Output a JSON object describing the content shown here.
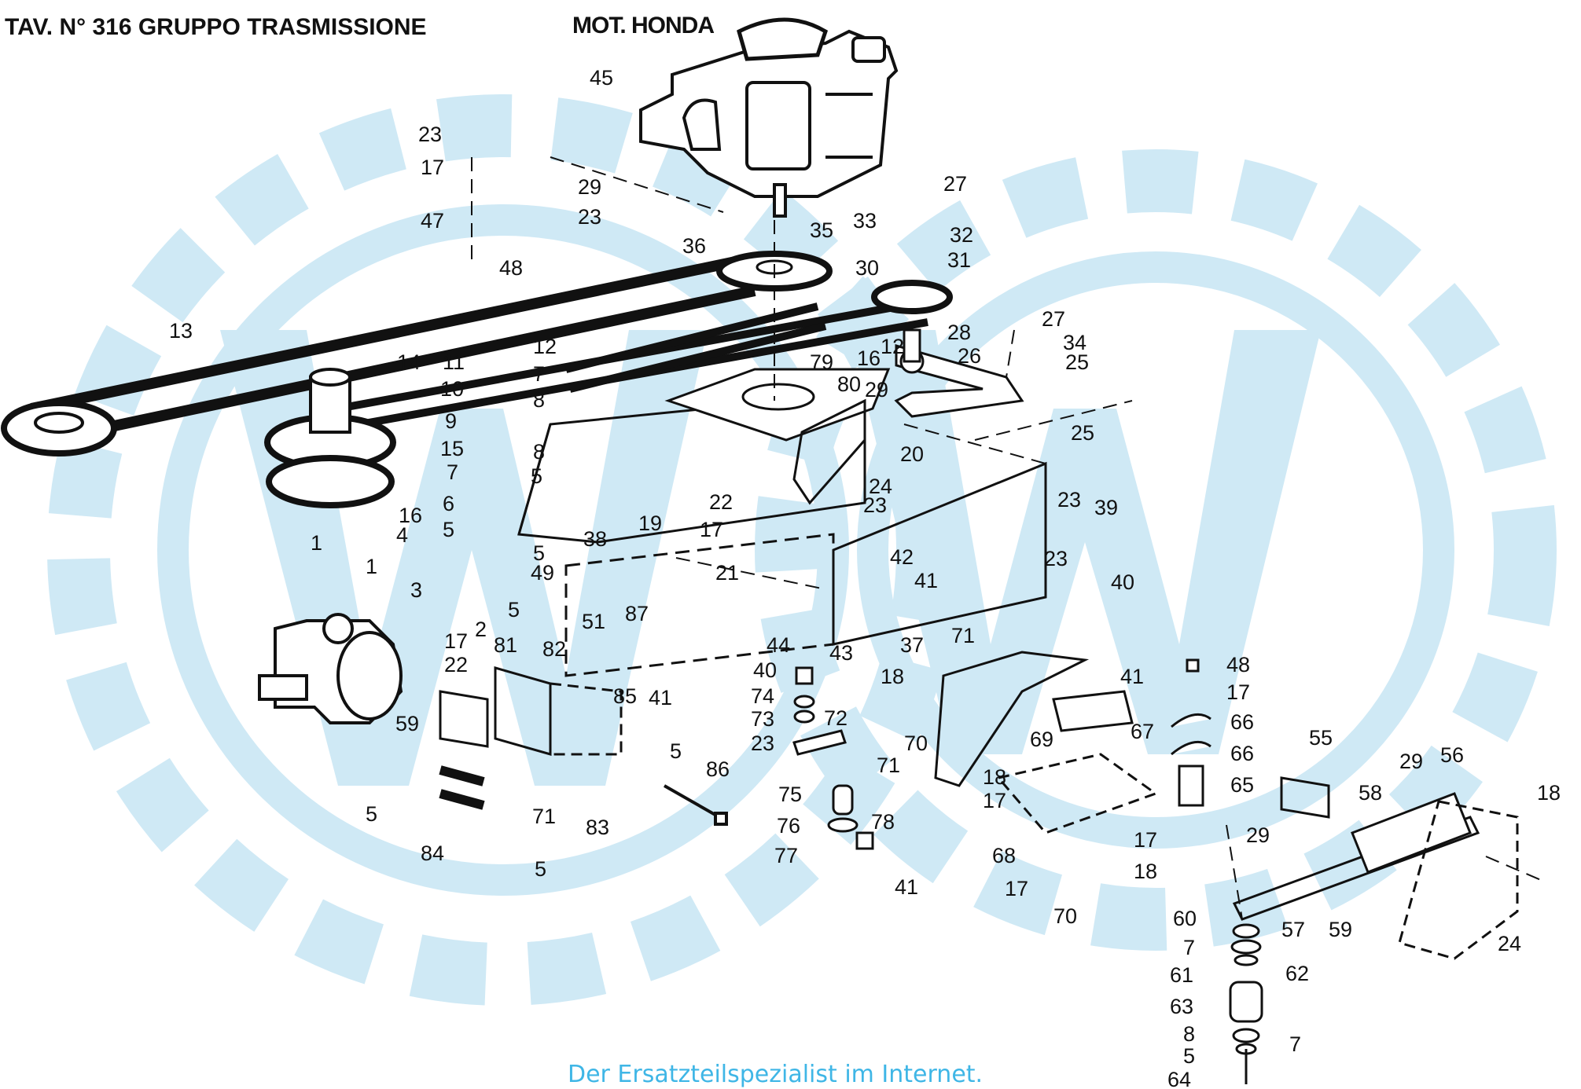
{
  "header": {
    "title": "TAV. N° 316 GRUPPO TRASMISSIONE",
    "engine_label": "MOT. HONDA"
  },
  "footer": {
    "tagline": "Der Ersatzteilspezialist im Internet."
  },
  "watermark": {
    "letters": "W",
    "color": "#cfe9f5"
  },
  "callouts": [
    {
      "id": "c45",
      "text": "45"
    },
    {
      "id": "c23a",
      "text": "23"
    },
    {
      "id": "c17a",
      "text": "17"
    },
    {
      "id": "c47",
      "text": "47"
    },
    {
      "id": "c29a",
      "text": "29"
    },
    {
      "id": "c23b",
      "text": "23"
    },
    {
      "id": "c48a",
      "text": "48"
    },
    {
      "id": "c36",
      "text": "36"
    },
    {
      "id": "c35",
      "text": "35"
    },
    {
      "id": "c27a",
      "text": "27"
    },
    {
      "id": "c33",
      "text": "33"
    },
    {
      "id": "c32",
      "text": "32"
    },
    {
      "id": "c31",
      "text": "31"
    },
    {
      "id": "c30",
      "text": "30"
    },
    {
      "id": "c13",
      "text": "13"
    },
    {
      "id": "c14",
      "text": "14"
    },
    {
      "id": "c11",
      "text": "11"
    },
    {
      "id": "c12a",
      "text": "12"
    },
    {
      "id": "c7a",
      "text": "7"
    },
    {
      "id": "c10",
      "text": "10"
    },
    {
      "id": "c8a",
      "text": "8"
    },
    {
      "id": "c9",
      "text": "9"
    },
    {
      "id": "c8b",
      "text": "8"
    },
    {
      "id": "c7b",
      "text": "7"
    },
    {
      "id": "c5a",
      "text": "5"
    },
    {
      "id": "c15",
      "text": "15"
    },
    {
      "id": "c16a",
      "text": "16"
    },
    {
      "id": "c6",
      "text": "6"
    },
    {
      "id": "c5b",
      "text": "5"
    },
    {
      "id": "c1a",
      "text": "1"
    },
    {
      "id": "c4",
      "text": "4"
    },
    {
      "id": "c1b",
      "text": "1"
    },
    {
      "id": "c3",
      "text": "3"
    },
    {
      "id": "c2",
      "text": "2"
    },
    {
      "id": "c5c",
      "text": "5"
    },
    {
      "id": "c5d",
      "text": "5"
    },
    {
      "id": "c49",
      "text": "49"
    },
    {
      "id": "c17b",
      "text": "17"
    },
    {
      "id": "c22a",
      "text": "22"
    },
    {
      "id": "c81",
      "text": "81"
    },
    {
      "id": "c82",
      "text": "82"
    },
    {
      "id": "c51",
      "text": "51"
    },
    {
      "id": "c87",
      "text": "87"
    },
    {
      "id": "c59a",
      "text": "59"
    },
    {
      "id": "c85",
      "text": "85"
    },
    {
      "id": "c41a",
      "text": "41"
    },
    {
      "id": "c5e",
      "text": "5"
    },
    {
      "id": "c86",
      "text": "86"
    },
    {
      "id": "c71a",
      "text": "71"
    },
    {
      "id": "c83",
      "text": "83"
    },
    {
      "id": "c5f",
      "text": "5"
    },
    {
      "id": "c84",
      "text": "84"
    },
    {
      "id": "c5g",
      "text": "5"
    },
    {
      "id": "c38",
      "text": "38"
    },
    {
      "id": "c19",
      "text": "19"
    },
    {
      "id": "c22b",
      "text": "22"
    },
    {
      "id": "c17c",
      "text": "17"
    },
    {
      "id": "c24a",
      "text": "24"
    },
    {
      "id": "c23c",
      "text": "23"
    },
    {
      "id": "c21",
      "text": "21"
    },
    {
      "id": "c20",
      "text": "20"
    },
    {
      "id": "c80",
      "text": "80"
    },
    {
      "id": "c79",
      "text": "79"
    },
    {
      "id": "c16b",
      "text": "16"
    },
    {
      "id": "c12b",
      "text": "12"
    },
    {
      "id": "c28",
      "text": "28"
    },
    {
      "id": "c26",
      "text": "26"
    },
    {
      "id": "c29b",
      "text": "29"
    },
    {
      "id": "c27b",
      "text": "27"
    },
    {
      "id": "c34",
      "text": "34"
    },
    {
      "id": "c25a",
      "text": "25"
    },
    {
      "id": "c25b",
      "text": "25"
    },
    {
      "id": "c23d",
      "text": "23"
    },
    {
      "id": "c39",
      "text": "39"
    },
    {
      "id": "c42",
      "text": "42"
    },
    {
      "id": "c41b",
      "text": "41"
    },
    {
      "id": "c23e",
      "text": "23"
    },
    {
      "id": "c40a",
      "text": "40"
    },
    {
      "id": "c44",
      "text": "44"
    },
    {
      "id": "c43",
      "text": "43"
    },
    {
      "id": "c37",
      "text": "37"
    },
    {
      "id": "c40b",
      "text": "40"
    },
    {
      "id": "c74",
      "text": "74"
    },
    {
      "id": "c73",
      "text": "73"
    },
    {
      "id": "c23f",
      "text": "23"
    },
    {
      "id": "c72",
      "text": "72"
    },
    {
      "id": "c71b",
      "text": "71"
    },
    {
      "id": "c75",
      "text": "75"
    },
    {
      "id": "c76",
      "text": "76"
    },
    {
      "id": "c78",
      "text": "78"
    },
    {
      "id": "c77",
      "text": "77"
    },
    {
      "id": "c71c",
      "text": "71"
    },
    {
      "id": "c18a",
      "text": "18"
    },
    {
      "id": "c70a",
      "text": "70"
    },
    {
      "id": "c69",
      "text": "69"
    },
    {
      "id": "c41c",
      "text": "41"
    },
    {
      "id": "c67",
      "text": "67"
    },
    {
      "id": "c18b",
      "text": "18"
    },
    {
      "id": "c17d",
      "text": "17"
    },
    {
      "id": "c68",
      "text": "68"
    },
    {
      "id": "c41d",
      "text": "41"
    },
    {
      "id": "c17e",
      "text": "17"
    },
    {
      "id": "c18c",
      "text": "18"
    },
    {
      "id": "c17f",
      "text": "17"
    },
    {
      "id": "c70b",
      "text": "70"
    },
    {
      "id": "c48b",
      "text": "48"
    },
    {
      "id": "c17g",
      "text": "17"
    },
    {
      "id": "c66a",
      "text": "66"
    },
    {
      "id": "c66b",
      "text": "66"
    },
    {
      "id": "c65",
      "text": "65"
    },
    {
      "id": "c55",
      "text": "55"
    },
    {
      "id": "c29c",
      "text": "29"
    },
    {
      "id": "c56",
      "text": "56"
    },
    {
      "id": "c58",
      "text": "58"
    },
    {
      "id": "c29d",
      "text": "29"
    },
    {
      "id": "c18d",
      "text": "18"
    },
    {
      "id": "c57",
      "text": "57"
    },
    {
      "id": "c59b",
      "text": "59"
    },
    {
      "id": "c24b",
      "text": "24"
    },
    {
      "id": "c60",
      "text": "60"
    },
    {
      "id": "c7c",
      "text": "7"
    },
    {
      "id": "c61",
      "text": "61"
    },
    {
      "id": "c62",
      "text": "62"
    },
    {
      "id": "c63",
      "text": "63"
    },
    {
      "id": "c8c",
      "text": "8"
    },
    {
      "id": "c7d",
      "text": "7"
    },
    {
      "id": "c5h",
      "text": "5"
    },
    {
      "id": "c64",
      "text": "64"
    }
  ]
}
